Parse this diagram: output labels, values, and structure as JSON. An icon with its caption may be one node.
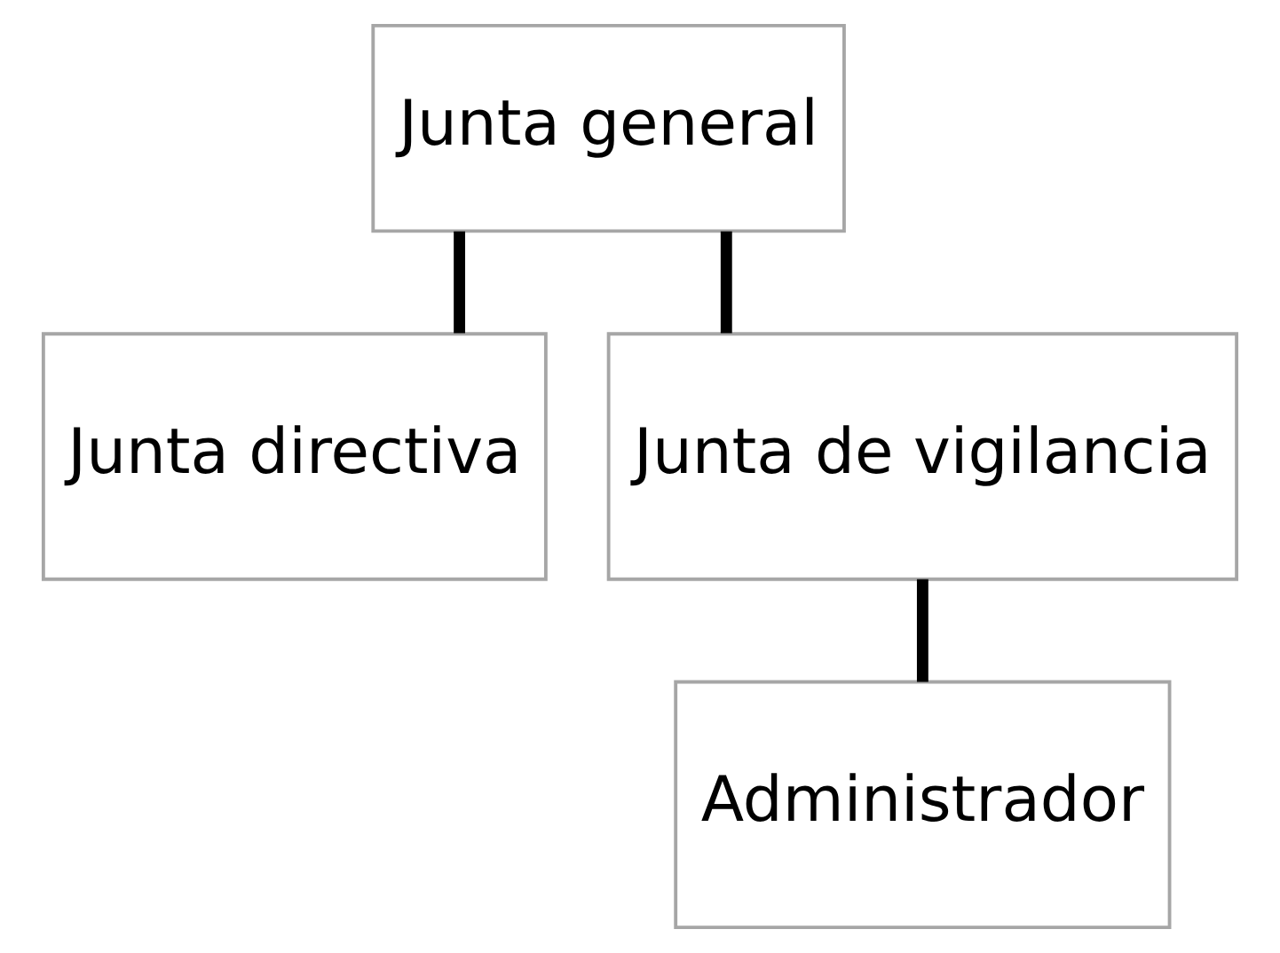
{
  "diagram": {
    "nodes": [
      {
        "text": [
          "Junta general"
        ]
      },
      {
        "text": [
          "Junta directiva"
        ]
      },
      {
        "text": [
          "Junta de vigilancia"
        ]
      },
      {
        "text": [
          "Administrador"
        ]
      }
    ],
    "edges": [
      {
        "from": 0,
        "to": 1,
        "arrow": "none"
      },
      {
        "from": 0,
        "to": 2,
        "arrow": "none"
      },
      {
        "from": 2,
        "to": 3,
        "arrow": "none"
      }
    ]
  }
}
